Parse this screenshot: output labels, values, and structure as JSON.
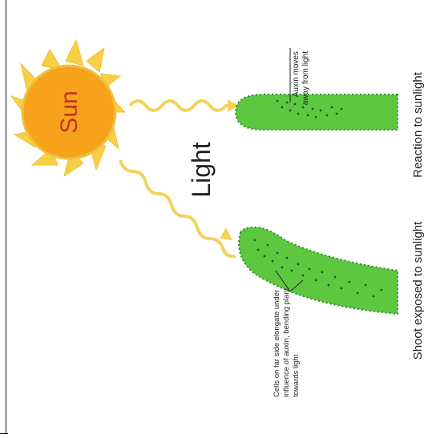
{
  "labels": {
    "sun": "Sun",
    "light": "Light",
    "auxin_note_line1": "Auxin moves",
    "auxin_note_line2": "away from light",
    "reaction": "Reaction to sunlight",
    "shoot": "Shoot exposed to sunlight",
    "cells_note_line1": "Cells on far side elongate under",
    "cells_note_line2": "influence of auxin, bending plant",
    "cells_note_line3": "towards light"
  },
  "colors": {
    "sun_fill": "#f7a21b",
    "sun_rays": "#f6d046",
    "sun_text": "#c3322a",
    "shoot_fill": "#5cc73f",
    "shoot_edge": "#2f8a2a",
    "auxin_dots": "#1f5a1f",
    "light_wave": "#f2d35a",
    "text": "#222222"
  }
}
